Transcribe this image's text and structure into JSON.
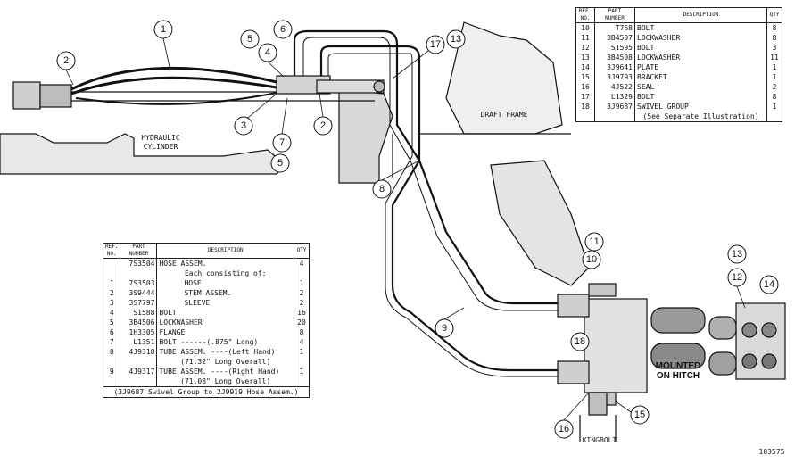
{
  "labels": {
    "hydraulic_cylinder_1": "HYDRAULIC",
    "hydraulic_cylinder_2": "CYLINDER",
    "draft_frame": "DRAFT FRAME",
    "mounted_1": "MOUNTED",
    "mounted_2": "ON HITCH",
    "kingbolt": "KINGBOLT",
    "figure_number": "103575"
  },
  "callouts": [
    "1",
    "2",
    "3",
    "4",
    "5",
    "6",
    "7",
    "5",
    "2",
    "17",
    "13",
    "8",
    "9",
    "11",
    "10",
    "18",
    "13",
    "12",
    "14",
    "16",
    "15"
  ],
  "table_headers": {
    "ref_1": "REF.",
    "ref_2": "NO.",
    "part_1": "PART",
    "part_2": "NUMBER",
    "description": "DESCRIPTION",
    "qty": "QTY"
  },
  "table_top": {
    "rows": [
      {
        "ref": "10",
        "part": "T768",
        "desc": "BOLT",
        "qty": "8"
      },
      {
        "ref": "11",
        "part": "3B4507",
        "desc": "LOCKWASHER",
        "qty": "8"
      },
      {
        "ref": "12",
        "part": "S1595",
        "desc": "BOLT",
        "qty": "3"
      },
      {
        "ref": "13",
        "part": "3B4508",
        "desc": "LOCKWASHER",
        "qty": "11"
      },
      {
        "ref": "14",
        "part": "3J9641",
        "desc": "PLATE",
        "qty": "1"
      },
      {
        "ref": "15",
        "part": "3J9793",
        "desc": "BRACKET",
        "qty": "1"
      },
      {
        "ref": "16",
        "part": "4J522",
        "desc": "SEAL",
        "qty": "2"
      },
      {
        "ref": "17",
        "part": "L1329",
        "desc": "BOLT",
        "qty": "8"
      },
      {
        "ref": "18",
        "part": "3J9687",
        "desc": "SWIVEL GROUP",
        "qty": "1"
      }
    ],
    "note": "(See Separate Illustration)"
  },
  "table_bottom": {
    "rows": [
      {
        "ref": "",
        "part": "7S3504",
        "desc": "HOSE ASSEM.",
        "qty": "4"
      },
      {
        "ref": "",
        "part": "",
        "desc": "Each consisting of:",
        "qty": ""
      },
      {
        "ref": "1",
        "part": "7S3503",
        "desc": "HOSE",
        "qty": "1"
      },
      {
        "ref": "2",
        "part": "3S9444",
        "desc": "STEM ASSEM.",
        "qty": "2"
      },
      {
        "ref": "3",
        "part": "3S7797",
        "desc": "SLEEVE",
        "qty": "2"
      },
      {
        "ref": "4",
        "part": "S1588",
        "desc": "BOLT",
        "qty": "16"
      },
      {
        "ref": "5",
        "part": "3B4506",
        "desc": "LOCKWASHER",
        "qty": "20"
      },
      {
        "ref": "6",
        "part": "1H3305",
        "desc": "FLANGE",
        "qty": "8"
      },
      {
        "ref": "7",
        "part": "L1351",
        "desc": "BOLT ------(.875\" Long)",
        "qty": "4"
      },
      {
        "ref": "8",
        "part": "4J9318",
        "desc": "TUBE ASSEM. ----(Left Hand)",
        "qty": "1"
      },
      {
        "ref": "",
        "part": "",
        "desc": "(71.32\" Long Overall)",
        "qty": ""
      },
      {
        "ref": "9",
        "part": "4J9317",
        "desc": "TUBE ASSEM. ----(Right Hand)",
        "qty": "1"
      },
      {
        "ref": "",
        "part": "",
        "desc": "(71.08\" Long Overall)",
        "qty": ""
      }
    ],
    "note": "(3J9687 Swivel Group to 2J9919 Hose Assem.)"
  }
}
